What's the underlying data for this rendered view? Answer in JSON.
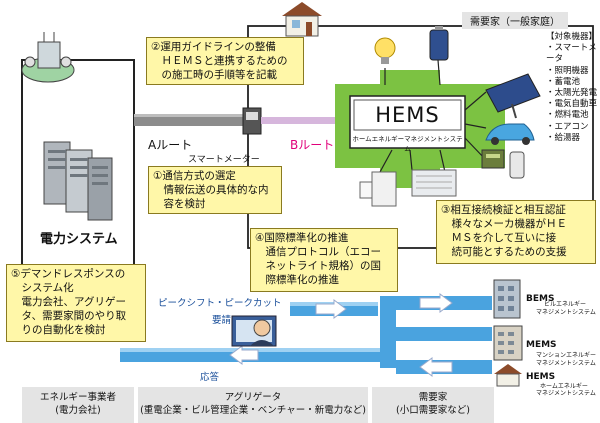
{
  "header": {
    "demand_home_label": "需要家（一般家庭）"
  },
  "devices": {
    "title": "【対象機器】",
    "items": [
      "・スマートメータ",
      "・照明機器",
      "・蓄電池",
      "・太陽光発電",
      "・電気自動車",
      "・燃料電池",
      "・エアコン",
      "・給湯器"
    ]
  },
  "hems": {
    "title": "HEMS",
    "subtitle": "ホームエネルギーマネジメントシステム"
  },
  "routes": {
    "a_route": "Aルート",
    "b_route": "Bルート",
    "smart_meter": "スマートメーター"
  },
  "power_system_label": "電力システム",
  "callouts": {
    "c1": [
      "①通信方式の選定",
      "　情報伝送の具体的な内",
      "　容を検討"
    ],
    "c2": [
      "②運用ガイドラインの整備",
      "　ＨＥＭＳと連携するための",
      "　の施工時の手順等を記載"
    ],
    "c3": [
      "③相互接続検証と相互認証",
      "　様々なメーカ機器がＨＥ",
      "　ＭＳを介して互いに接",
      "　続可能とするための支援"
    ],
    "c4": [
      "④国際標準化の推進",
      "　通信プロトコル（エコー",
      "　ネットライト規格）の国",
      "　際標準化の推進"
    ],
    "c5": [
      "⑤デマンドレスポンスの",
      "　システム化",
      "　電力会社、アグリゲー",
      "　タ、需要家間のやり取",
      "　りの自動化を検討"
    ]
  },
  "demand_response": {
    "peak_label": "ピークシフト・ピークカット",
    "request_label": "要請",
    "response_label": "応答"
  },
  "ems": {
    "bems": {
      "title": "BEMS",
      "sub": [
        "ビルエネルギー",
        "マネジメントシステム"
      ]
    },
    "mems": {
      "title": "MEMS",
      "sub": [
        "マンションエネルギー",
        "マネジメントシステム"
      ]
    },
    "hems": {
      "title": "HEMS",
      "sub": [
        "ホームエネルギー",
        "マネジメントシステム"
      ]
    }
  },
  "footer": {
    "energy": [
      "エネルギー事業者",
      "(電力会社)"
    ],
    "aggregator": [
      "アグリゲータ",
      "(重電企業・ビル管理企業・ベンチャー・新電力など)"
    ],
    "consumer": [
      "需要家",
      "(小口需要家など)"
    ]
  },
  "colors": {
    "green": "#7cc242",
    "blue": "#4aa3df",
    "callout": "#fff7a8",
    "route_b": "#e0007a"
  }
}
